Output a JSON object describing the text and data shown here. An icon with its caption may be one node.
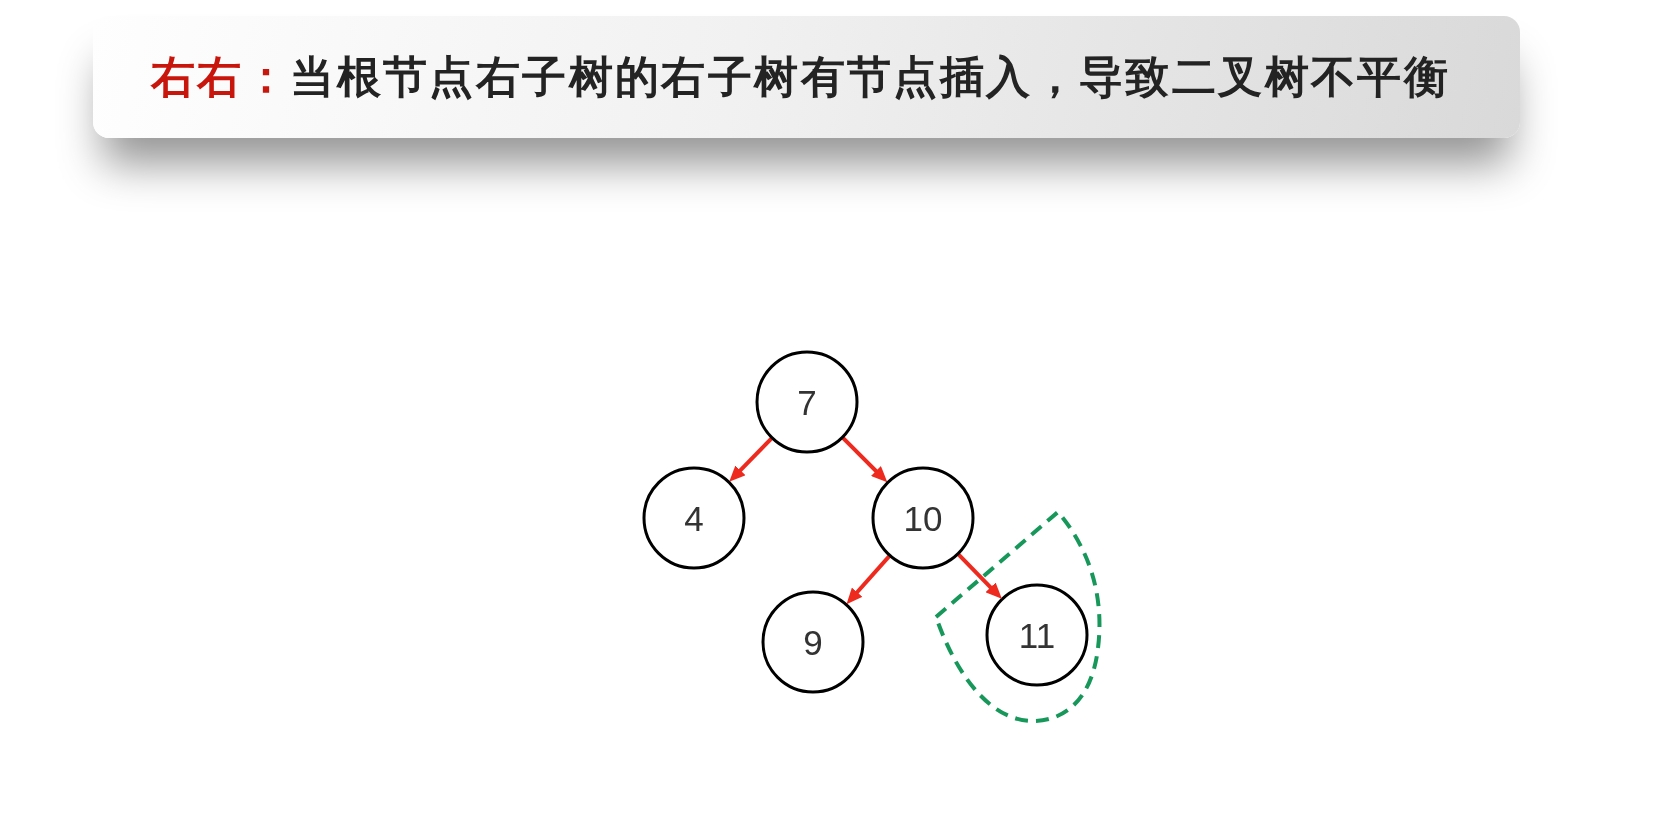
{
  "diagram": {
    "title": "**右右：**当根节点右子树的右子树有节点插入，导致二叉树不平衡",
    "nodes": [
      {
        "text": [
          "7"
        ]
      },
      {
        "text": [
          "4"
        ]
      },
      {
        "text": [
          "10"
        ]
      },
      {
        "text": [],
        "shape": "sector"
      },
      {
        "text": [
          "9"
        ]
      },
      {
        "text": [
          "11"
        ],
        "in": 3
      }
    ],
    "edges": [
      {
        "from": 0,
        "to": 1,
        "arrow": "to"
      },
      {
        "from": 0,
        "to": 2,
        "arrow": "to"
      },
      {
        "from": 2,
        "to": 4,
        "arrow": "to"
      },
      {
        "from": 2,
        "to": 5,
        "arrow": "to"
      }
    ]
  }
}
